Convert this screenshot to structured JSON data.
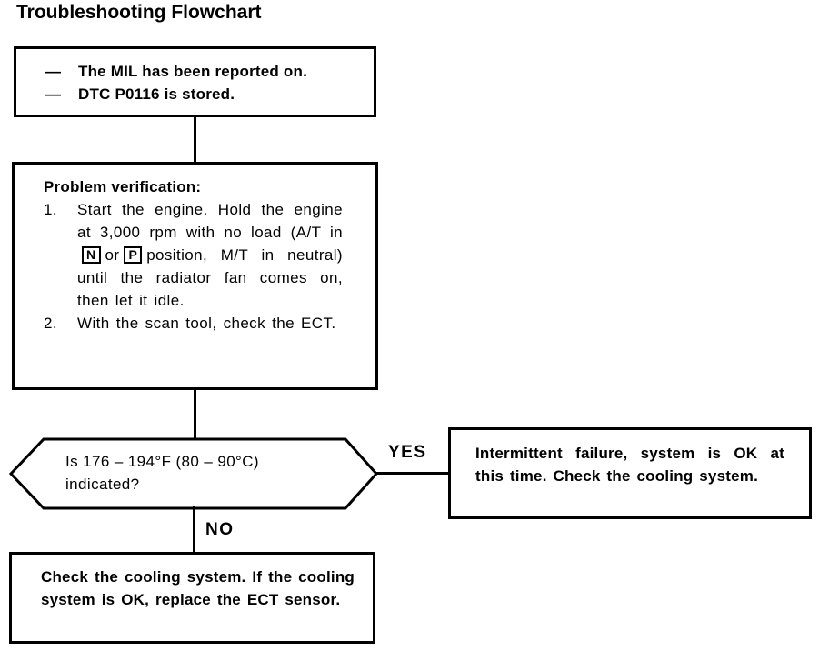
{
  "page": {
    "title": "Troubleshooting Flowchart"
  },
  "colors": {
    "ink": "#000000",
    "background": "#ffffff"
  },
  "flowchart": {
    "start_box": {
      "bullet": "—",
      "lines": [
        "The MIL has been reported on.",
        "DTC P0116 is stored."
      ]
    },
    "verification_box": {
      "heading": "Problem verification:",
      "steps": [
        {
          "num": "1.",
          "part1": "Start the engine. Hold the engine at 3,000 rpm with no load (A/T in",
          "gear_n": "N",
          "between": "or",
          "gear_p": "P",
          "part2": "position, M/T in neutral) until the radia­tor fan comes on, then let it idle."
        },
        {
          "num": "2.",
          "text": "With the scan tool, check the ECT."
        }
      ]
    },
    "decision": {
      "lines": [
        "Is 176 – 194°F (80 – 90°C)",
        "indicated?"
      ]
    },
    "yes_label": "YES",
    "no_label": "NO",
    "yes_box": {
      "text": "Intermittent failure, system is OK at this time. Check the cooling system."
    },
    "no_box": {
      "text": "Check the cooling system. If the cooling system is OK, replace the ECT sensor."
    }
  }
}
